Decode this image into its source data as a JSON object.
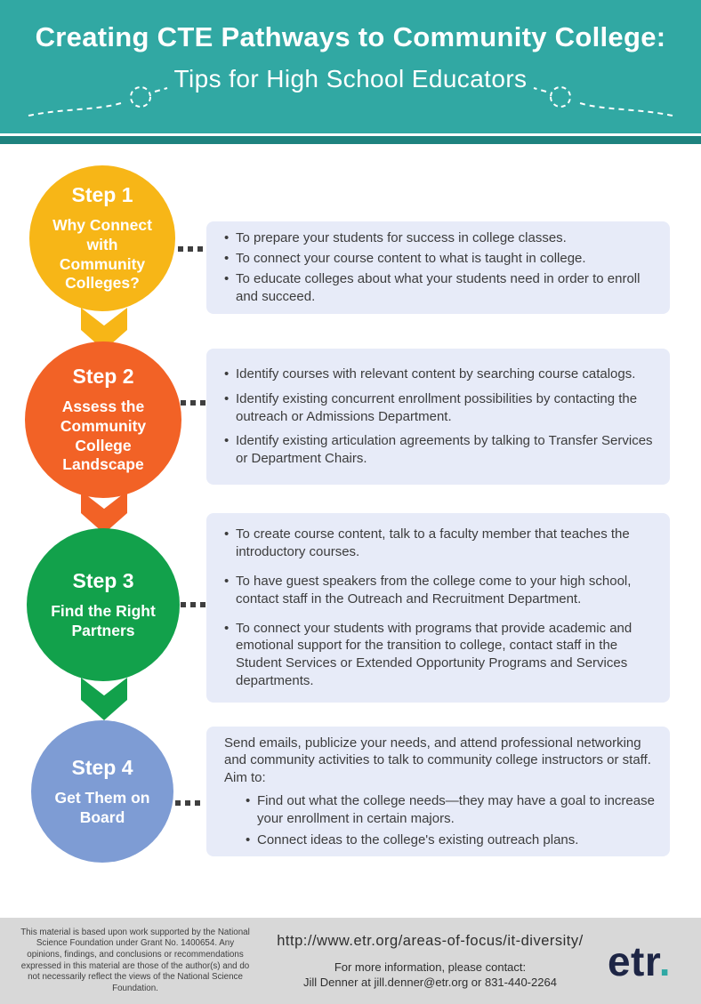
{
  "header": {
    "title": "Creating CTE Pathways to Community College:",
    "subtitle": "Tips for High School Educators"
  },
  "steps": [
    {
      "label": "Step 1",
      "title": "Why Connect with Community Colleges?",
      "color": "#F7B617",
      "bullets": [
        "To prepare your students for success in college classes.",
        "To connect your course content to what is taught in college.",
        "To educate colleges about what your students need in order to enroll and succeed."
      ]
    },
    {
      "label": "Step 2",
      "title": "Assess the Community College Landscape",
      "color": "#F26226",
      "bullets": [
        "Identify courses with relevant content by searching course catalogs.",
        "Identify existing concurrent enrollment possibilities by contacting the outreach or Admissions Department.",
        "Identify existing articulation agreements by talking to Transfer Services or Department Chairs."
      ]
    },
    {
      "label": "Step 3",
      "title": "Find the Right Partners",
      "color": "#12A14B",
      "bullets": [
        "To create course content, talk to a faculty member that teaches the introductory courses.",
        "To have guest speakers from the college come to your high school, contact staff in the Outreach and Recruitment Department.",
        "To connect your students with programs that provide academic and emotional support for the transition to college, contact staff in the Student Services or Extended Opportunity Programs and Services departments."
      ]
    },
    {
      "label": "Step 4",
      "title": "Get Them on Board",
      "color": "#7E9CD4",
      "intro": "Send emails, publicize your needs, and attend professional networking and community activities to talk to community college instructors or staff. Aim to:",
      "bullets": [
        "Find out what the college needs—they may have a goal to increase your enrollment in certain majors.",
        "Connect ideas to the college's existing outreach plans."
      ]
    }
  ],
  "footer": {
    "disclaimer": "This material is based upon work supported by the National Science Foundation under Grant No. 1400654. Any opinions, findings, and conclusions or recommendations expressed in this material are those of the author(s) and do not necessarily reflect the views of the National Science Foundation.",
    "url": "http://www.etr.org/areas-of-focus/it-diversity/",
    "contact_heading": "For more information, please contact:",
    "contact_line": "Jill Denner at jill.denner@etr.org or 831-440-2264",
    "logo_text": "etr",
    "logo_dot": "."
  },
  "colors": {
    "header_teal": "#31A8A3",
    "header_band": "#1E837F",
    "box_background": "#E7EBF8",
    "step1_yellow": "#F7B617",
    "step2_orange": "#F26226",
    "step3_green": "#12A14B",
    "step4_blue": "#7E9CD4",
    "footer_gray": "#D8D8D8",
    "logo_navy": "#1D2545",
    "logo_dot_teal": "#2FA8A4"
  }
}
